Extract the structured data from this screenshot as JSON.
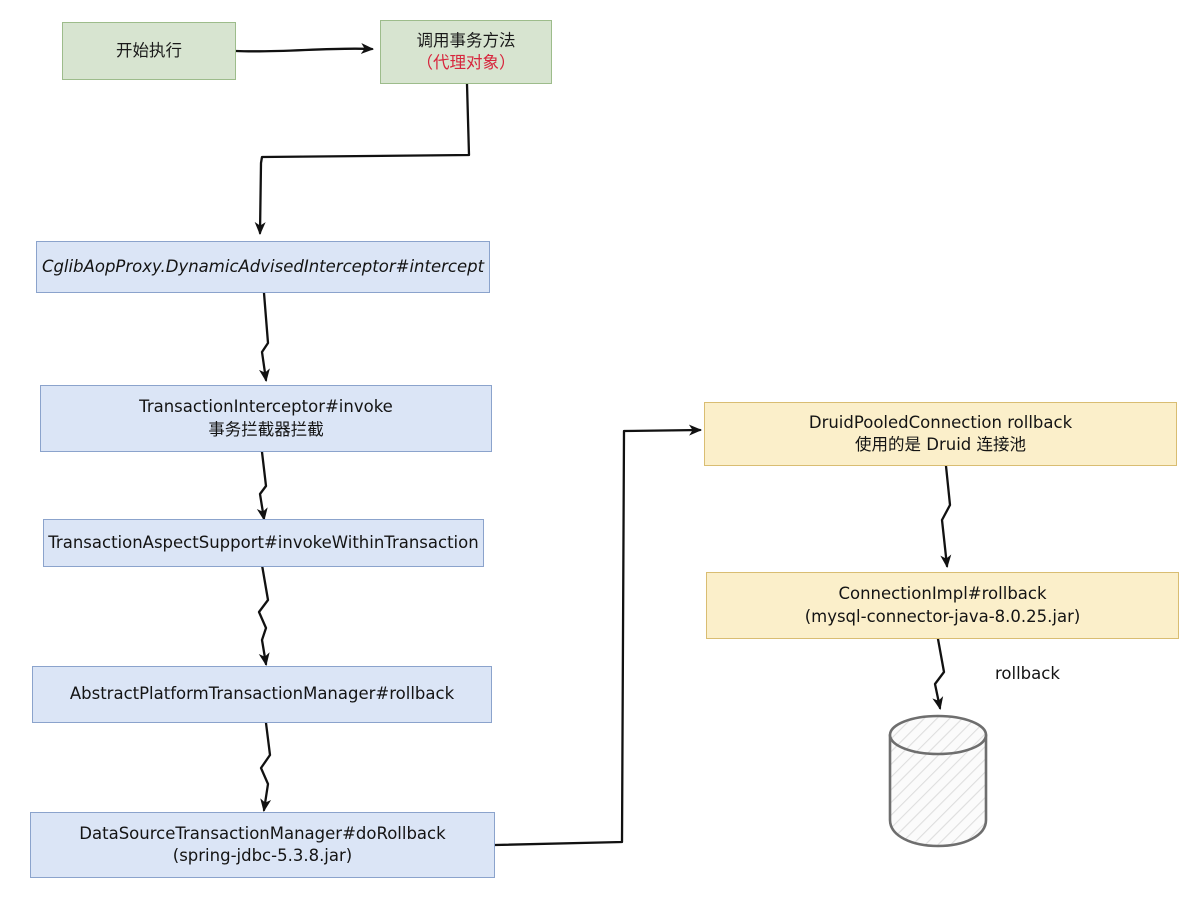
{
  "diagram": {
    "title": "Spring transaction rollback call flow",
    "background": "#ffffff",
    "palette": {
      "green_fill": "#d7e4d0",
      "green_border": "#9dbc8b",
      "blue_fill": "#dbe5f6",
      "blue_border": "#8ba3cc",
      "orange_fill": "#fbefca",
      "orange_border": "#d9bd72",
      "edge_stroke": "#111111",
      "text": "#141414",
      "accent_red": "#d7263d",
      "cylinder_stroke": "#6e6e6e",
      "cylinder_fill": "#fbfbfb"
    }
  },
  "nodes": {
    "start": {
      "line1": "开始执行",
      "line2": ""
    },
    "invoke_tx_method": {
      "line1": "调用事务方法",
      "line2": "（代理对象）"
    },
    "cglib_intercept": {
      "line1": "CglibAopProxy.DynamicAdvisedInterceptor#intercept",
      "line2": ""
    },
    "tx_interceptor_invoke": {
      "line1": "TransactionInterceptor#invoke",
      "line2": "事务拦截器拦截"
    },
    "tx_aspect_support": {
      "line1": "TransactionAspectSupport#invokeWithinTransaction",
      "line2": ""
    },
    "abstract_pltm_rollback": {
      "line1": "AbstractPlatformTransactionManager#rollback",
      "line2": ""
    },
    "datasource_tm_dorollback": {
      "line1": "DataSourceTransactionManager#doRollback",
      "line2": "(spring-jdbc-5.3.8.jar)"
    },
    "druid_pooled_connection": {
      "line1": "DruidPooledConnection rollback",
      "line2": "使用的是 Druid 连接池"
    },
    "connection_impl_rollback": {
      "line1": "ConnectionImpl#rollback",
      "line2": "(mysql-connector-java-8.0.25.jar)"
    }
  },
  "labels": {
    "rollback_to_db": "rollback"
  },
  "shapes": {
    "database_cylinder": "database-cylinder"
  }
}
